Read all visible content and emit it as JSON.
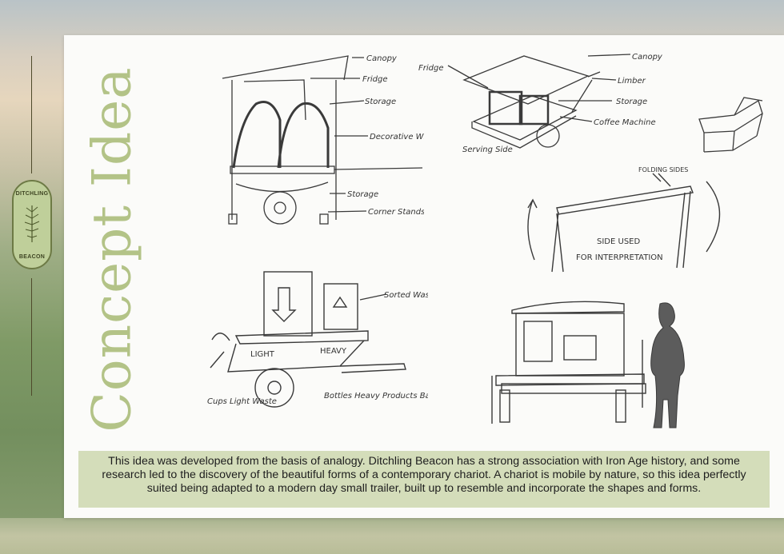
{
  "brand": {
    "top": "DITCHLING",
    "bottom": "BEACON"
  },
  "title": "Concept Idea",
  "sketch1": {
    "labels": [
      "Canopy",
      "Fridge",
      "Storage",
      "Decorative Wheel",
      "Storage",
      "Corner Stands"
    ]
  },
  "sketch2": {
    "labels": [
      "Fridge",
      "Canopy",
      "Limber",
      "Storage",
      "Coffee Machine",
      "Serving Side"
    ]
  },
  "sketch4": {
    "labels": [
      "FOLDING SIDES",
      "SIDE USED",
      "FOR INTERPRETATION"
    ]
  },
  "sketch5": {
    "labels": [
      "Sorted Waste",
      "LIGHT",
      "HEAVY",
      "Cups Light Waste",
      "Bottles Heavy Products Batteries"
    ]
  },
  "caption": "This idea was developed from the basis of analogy. Ditchling Beacon has a strong association with Iron Age history, and some research led to the discovery of the beautiful forms of a contemporary chariot. A chariot is mobile by nature, so this idea perfectly suited being adapted to a modern day small trailer, built up to resemble and incorporate the shapes and forms."
}
